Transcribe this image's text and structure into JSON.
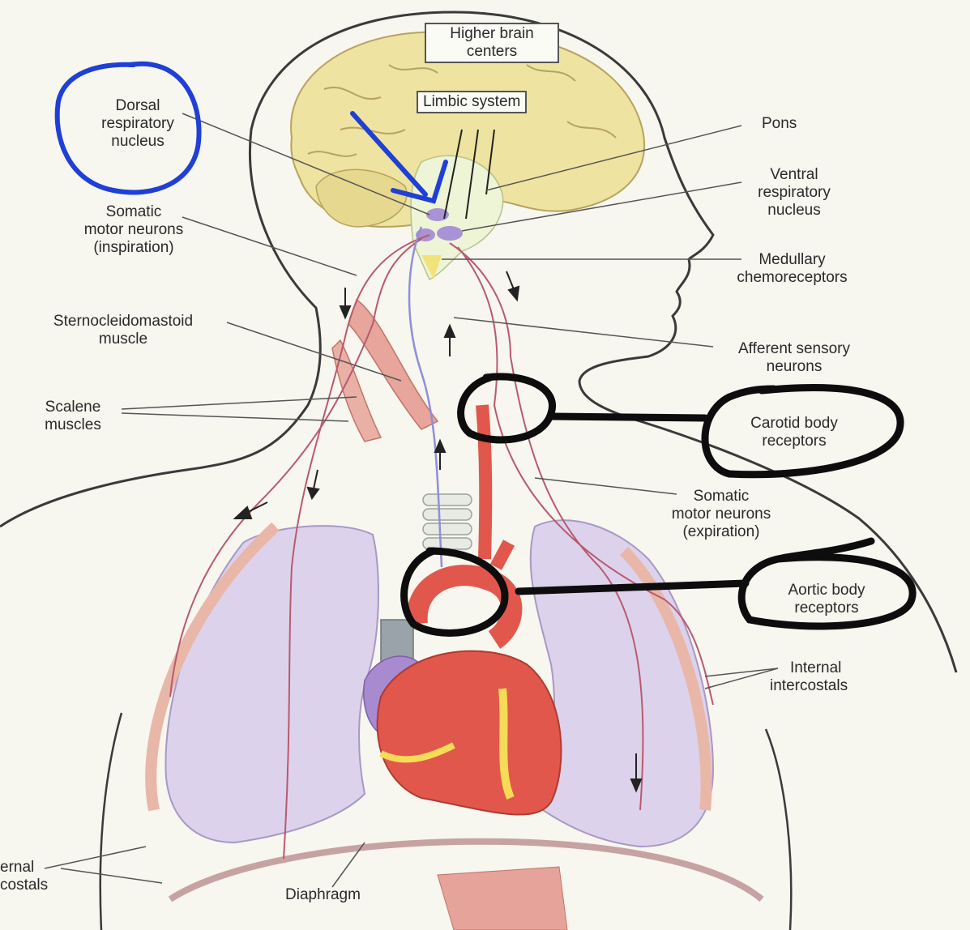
{
  "labels": {
    "higher_brain_line1": "Higher brain",
    "higher_brain_line2": "centers",
    "limbic_system": "Limbic system",
    "dorsal_line1": "Dorsal",
    "dorsal_line2": "respiratory",
    "dorsal_line3": "nucleus",
    "pons": "Pons",
    "ventral_line1": "Ventral",
    "ventral_line2": "respiratory",
    "ventral_line3": "nucleus",
    "somatic_insp_line1": "Somatic",
    "somatic_insp_line2": "motor neurons",
    "somatic_insp_line3": "(inspiration)",
    "medullary_line1": "Medullary",
    "medullary_line2": "chemoreceptors",
    "scm_line1": "Sternocleidomastoid",
    "scm_line2": "muscle",
    "afferent_line1": "Afferent sensory",
    "afferent_line2": "neurons",
    "scalene_line1": "Scalene",
    "scalene_line2": "muscles",
    "carotid_line1": "Carotid body",
    "carotid_line2": "receptors",
    "somatic_exp_line1": "Somatic",
    "somatic_exp_line2": "motor neurons",
    "somatic_exp_line3": "(expiration)",
    "aortic_line1": "Aortic body",
    "aortic_line2": "receptors",
    "internal_line1": "Internal",
    "internal_line2": "intercostals",
    "external_line1": "ernal",
    "external_line2": "costals",
    "diaphragm": "Diaphragm"
  },
  "colors": {
    "annotation_blue": "#1f3fd6",
    "annotation_black": "#0d0d0d",
    "brain": "#eee3a0",
    "lung": "#ddd2ec",
    "heart": "#e2574c",
    "nerve": "#b85a6e",
    "background": "#f7f6ef"
  }
}
